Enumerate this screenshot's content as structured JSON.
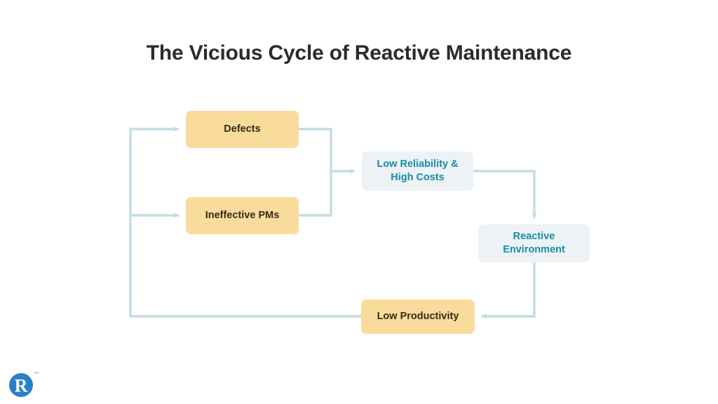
{
  "page": {
    "title": "The Vicious Cycle of Reactive Maintenance",
    "background_color": "#ffffff"
  },
  "palette": {
    "title_color": "#2b2b2b",
    "amber_fill": "#f9dc9b",
    "amber_text": "#332a16",
    "blue_fill": "#edf2f6",
    "blue_text": "#1a8ca5",
    "connector_color": "#c5dce3",
    "logo_blue": "#2b7fc4"
  },
  "diagram": {
    "type": "cycle-flowchart",
    "nodes": [
      {
        "id": "defects",
        "label": "Defects",
        "style": "amber"
      },
      {
        "id": "ineffective_pms",
        "label": "Ineffective PMs",
        "style": "amber"
      },
      {
        "id": "low_reliability",
        "label": "Low Reliability &\nHigh Costs",
        "line1": "Low Reliability &",
        "line2": "High Costs",
        "style": "blue"
      },
      {
        "id": "reactive_env",
        "label": "Reactive\nEnvironment",
        "line1": "Reactive",
        "line2": "Environment",
        "style": "blue"
      },
      {
        "id": "low_productivity",
        "label": "Low Productivity",
        "style": "amber"
      }
    ],
    "edges": [
      {
        "from": "low_productivity",
        "to": "defects",
        "arrow": "right"
      },
      {
        "from": "low_productivity",
        "to": "ineffective_pms",
        "arrow": "right"
      },
      {
        "from": "defects",
        "to": "low_reliability",
        "arrow": "right"
      },
      {
        "from": "ineffective_pms",
        "to": "low_reliability",
        "arrow": "right"
      },
      {
        "from": "low_reliability",
        "to": "reactive_env",
        "arrow": "down"
      },
      {
        "from": "reactive_env",
        "to": "low_productivity",
        "arrow": "left"
      }
    ]
  },
  "logo": {
    "letter": "R",
    "trademark": "™"
  }
}
